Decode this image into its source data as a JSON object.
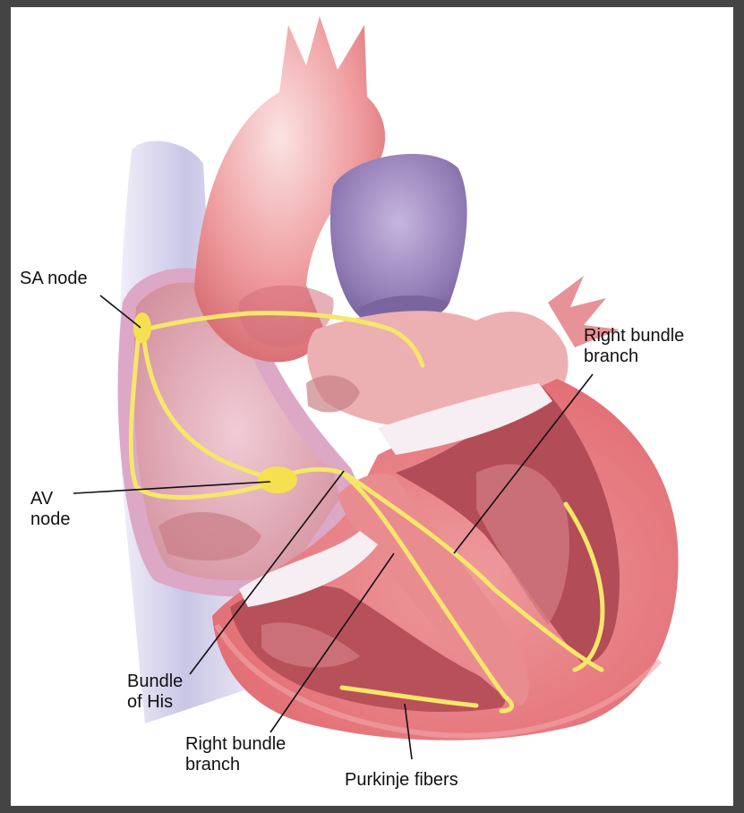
{
  "figure": {
    "labels": {
      "sa_node": "SA node",
      "av_node": "AV\nnode",
      "right_bundle_branch_top": "Right bundle\nbranch",
      "bundle_of_his": "Bundle\nof His",
      "right_bundle_branch_bottom": "Right bundle\nbranch",
      "purkinje_fibers": "Purkinje fibers"
    },
    "colors": {
      "frame": "#444444",
      "background": "#ffffff",
      "aorta": "#e98a8e",
      "pulmonary_artery": "#8f79b3",
      "vena_cava": "#c9c6e6",
      "atrium_wall": "#dca8c6",
      "atrium_interior": "#c97d86",
      "myocardium": "#e5787d",
      "chamber": "#b8505a",
      "valve": "#f6eef2",
      "conduction_path": "#f6e66a"
    }
  }
}
